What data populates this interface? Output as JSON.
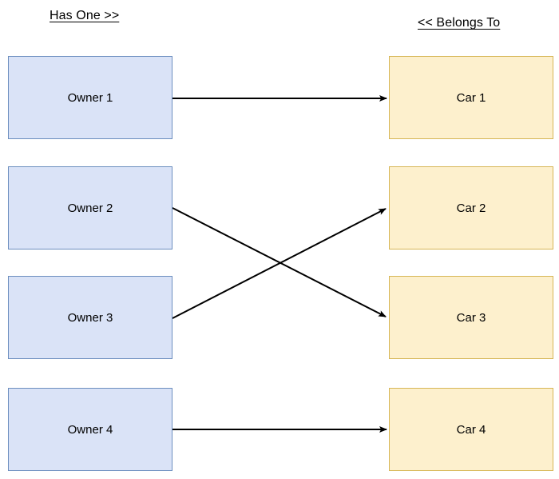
{
  "diagram": {
    "type": "relationship-diagram",
    "title": "",
    "background_color": "#ffffff",
    "columns": {
      "left": {
        "header": "Has One >>",
        "fill_color": "#dae3f7",
        "border_color": "#6c8ebf"
      },
      "right": {
        "header": "<< Belongs To",
        "fill_color": "#fdf0cd",
        "border_color": "#d6b656"
      }
    },
    "owners": [
      {
        "id": "owner-1",
        "label": "Owner 1"
      },
      {
        "id": "owner-2",
        "label": "Owner 2"
      },
      {
        "id": "owner-3",
        "label": "Owner 3"
      },
      {
        "id": "owner-4",
        "label": "Owner 4"
      }
    ],
    "cars": [
      {
        "id": "car-1",
        "label": "Car 1"
      },
      {
        "id": "car-2",
        "label": "Car 2"
      },
      {
        "id": "car-3",
        "label": "Car 3"
      },
      {
        "id": "car-4",
        "label": "Car 4"
      }
    ],
    "edges": [
      {
        "id": "edge-owner1-car1",
        "from": "Owner 1",
        "to": "Car 1",
        "style": "straight-arrow",
        "color": "#000000"
      },
      {
        "id": "edge-owner2-car3",
        "from": "Owner 2",
        "to": "Car 3",
        "style": "diagonal-arrow",
        "color": "#000000"
      },
      {
        "id": "edge-owner3-car2",
        "from": "Owner 3",
        "to": "Car 2",
        "style": "diagonal-arrow",
        "color": "#000000"
      },
      {
        "id": "edge-owner4-car4",
        "from": "Owner 4",
        "to": "Car 4",
        "style": "straight-arrow",
        "color": "#000000"
      }
    ]
  }
}
